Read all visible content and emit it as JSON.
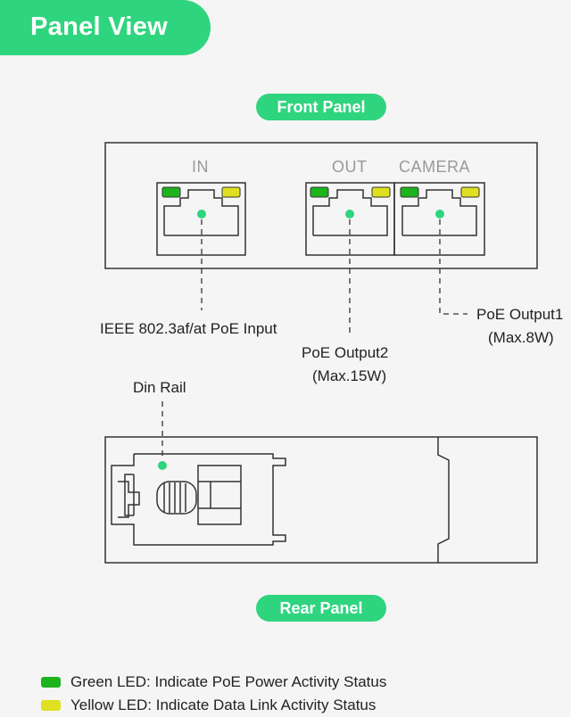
{
  "header": {
    "title": "Panel View"
  },
  "front_panel": {
    "label": "Front Panel",
    "ports": {
      "in": "IN",
      "out": "OUT",
      "camera": "CAMERA"
    }
  },
  "callouts": {
    "poe_input": "IEEE 802.3af/at PoE Input",
    "poe_output2_line1": "PoE Output2",
    "poe_output2_line2": "(Max.15W)",
    "poe_output1_line1": "PoE Output1",
    "poe_output1_line2": "(Max.8W)",
    "din_rail": "Din Rail"
  },
  "rear_panel": {
    "label": "Rear Panel"
  },
  "legend": {
    "green": {
      "text": "Green LED: Indicate PoE Power Activity Status",
      "color": "#1db41d"
    },
    "yellow": {
      "text": "Yellow LED: Indicate Data Link Activity Status",
      "color": "#dfe021"
    }
  },
  "colors": {
    "accent": "#2fd47e",
    "line": "#333333"
  }
}
